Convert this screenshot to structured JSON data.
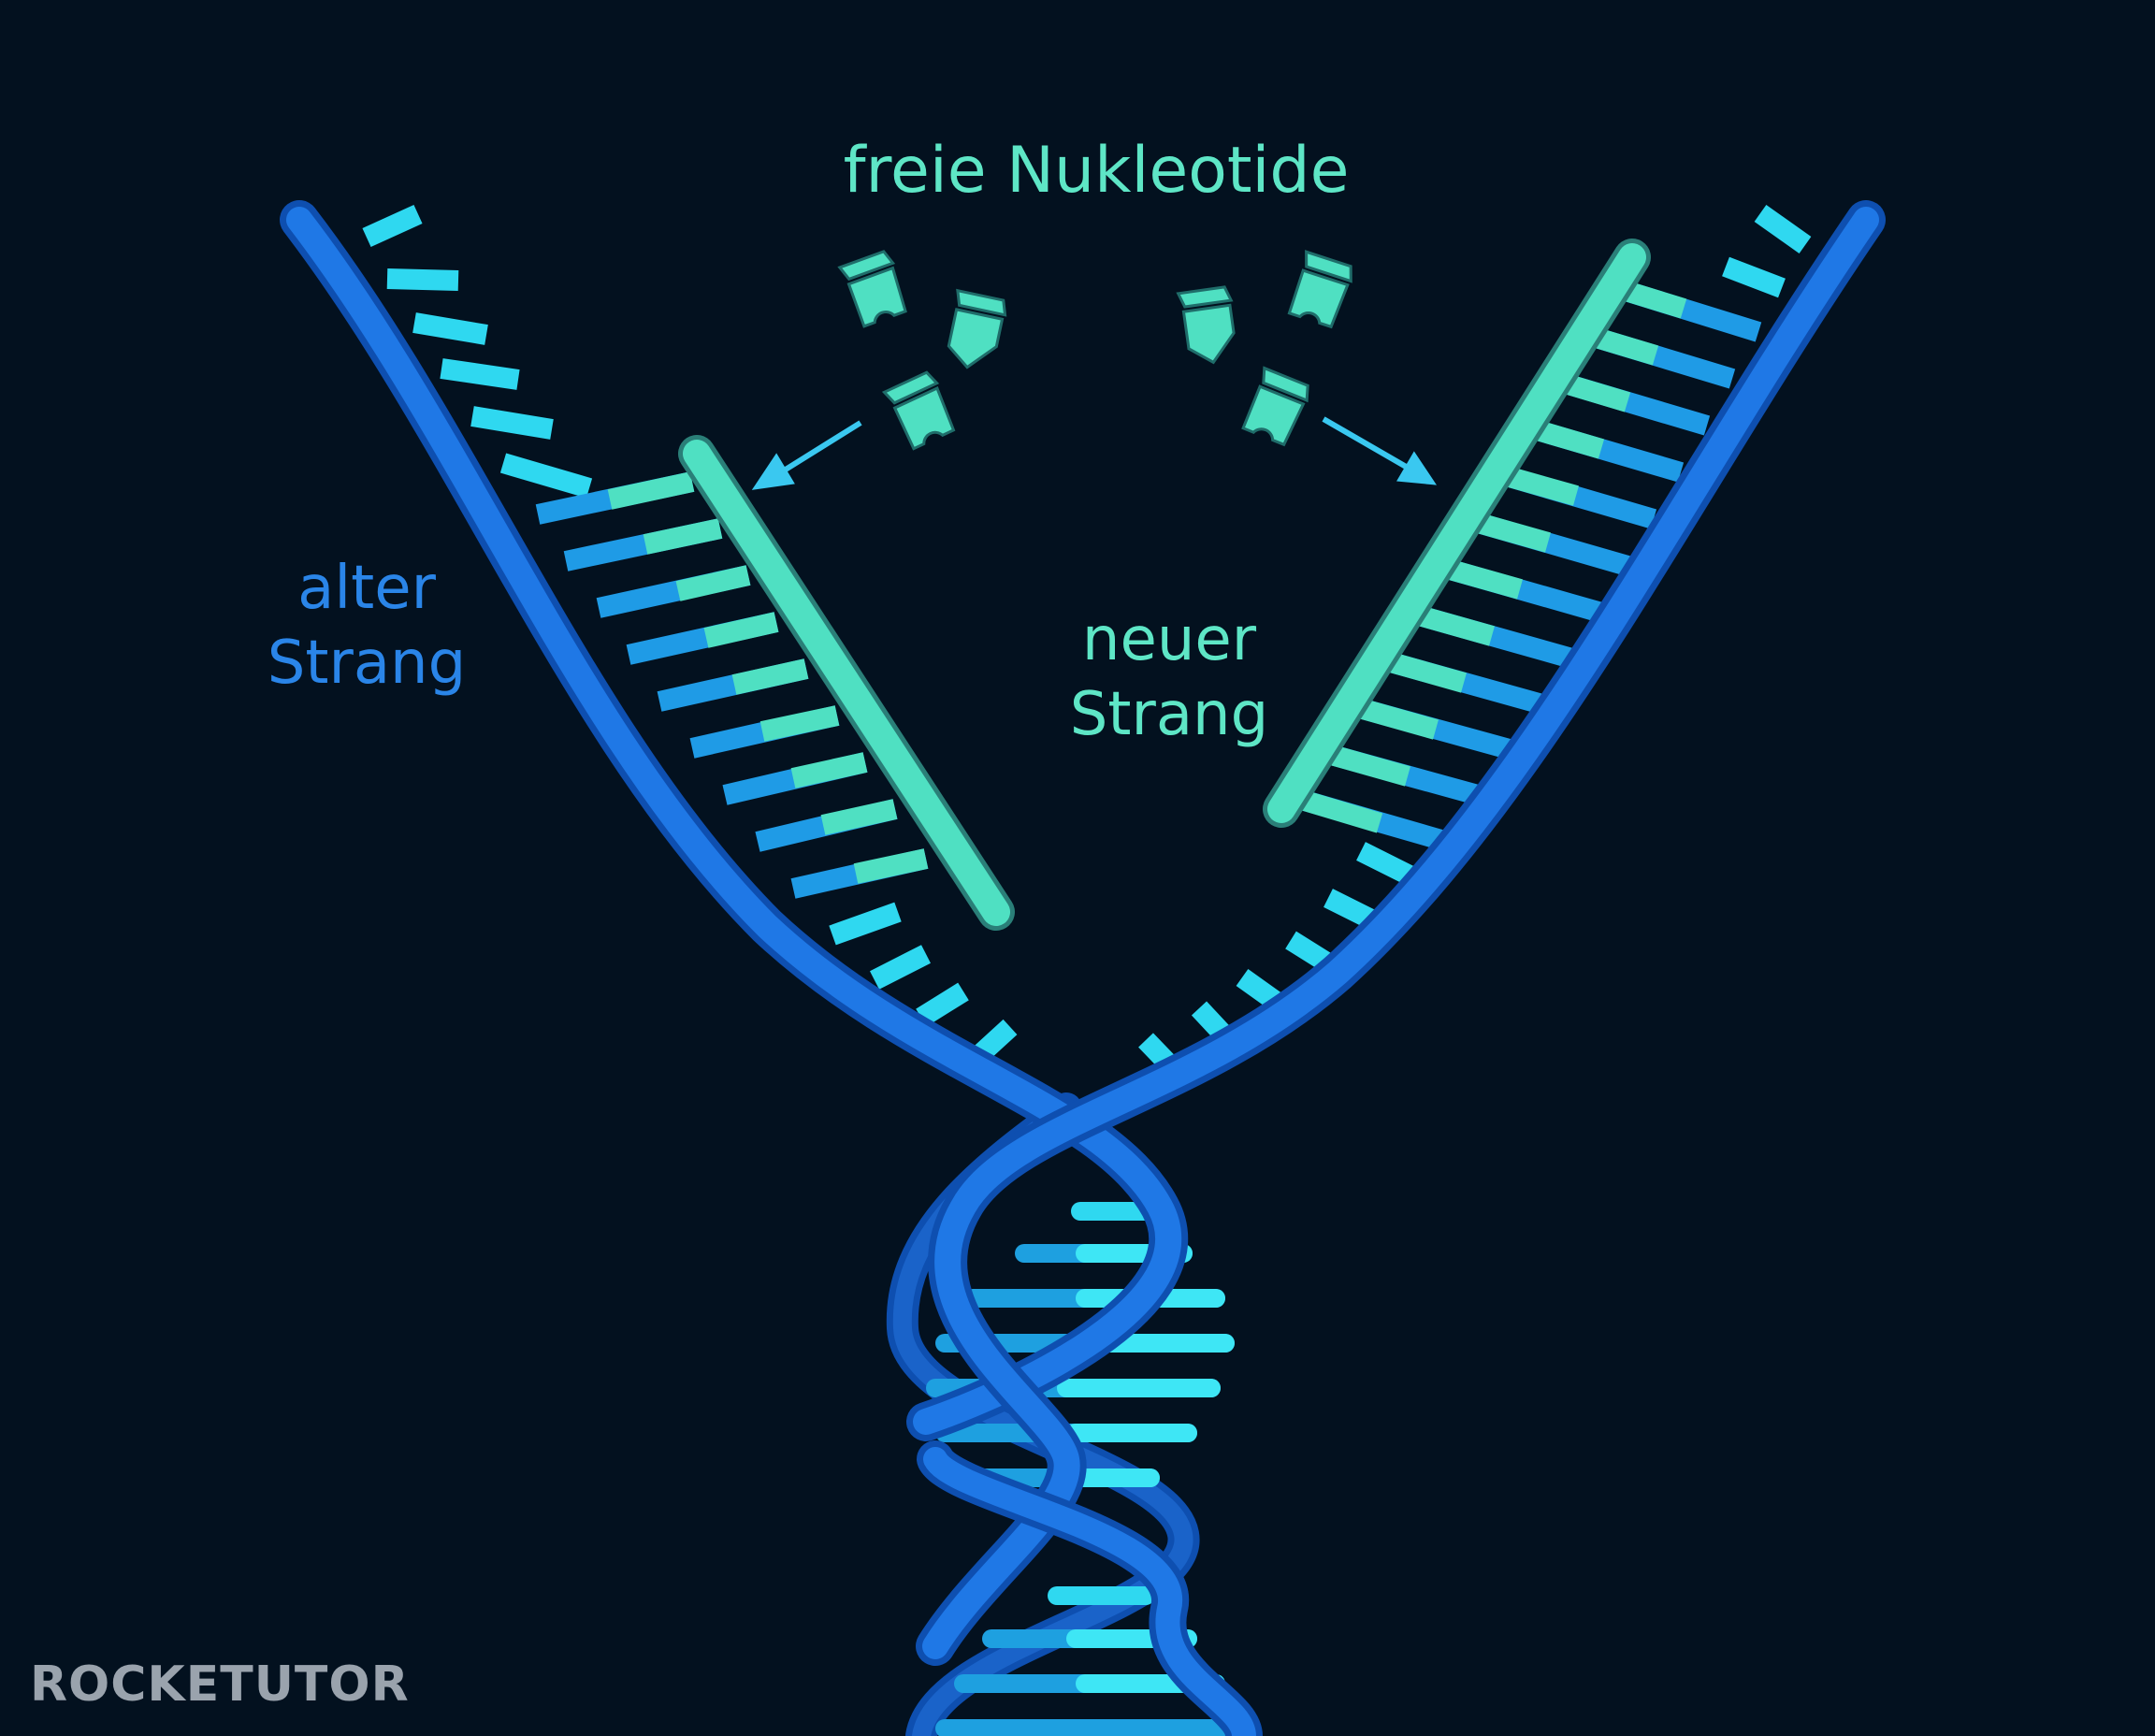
{
  "labels": {
    "free_nucleotides": "freie Nukleotide",
    "old_strand_1": "alter",
    "old_strand_2": "Strang",
    "new_strand_1": "neuer",
    "new_strand_2": "Strang"
  },
  "logo": {
    "text": "ROCKETUTOR"
  },
  "colors": {
    "background": "#03111f",
    "old_strand": "#1f78e6",
    "old_strand_dark": "#0e4fb0",
    "new_strand": "#4fe0c2",
    "base_cyan": "#2fd8f0",
    "label_cyan": "#5ee6c6",
    "label_blue": "#2a85e8",
    "arrow": "#3ac8f0",
    "logo": "#9aa3ad",
    "logo_accent": "#3a9ad9"
  }
}
